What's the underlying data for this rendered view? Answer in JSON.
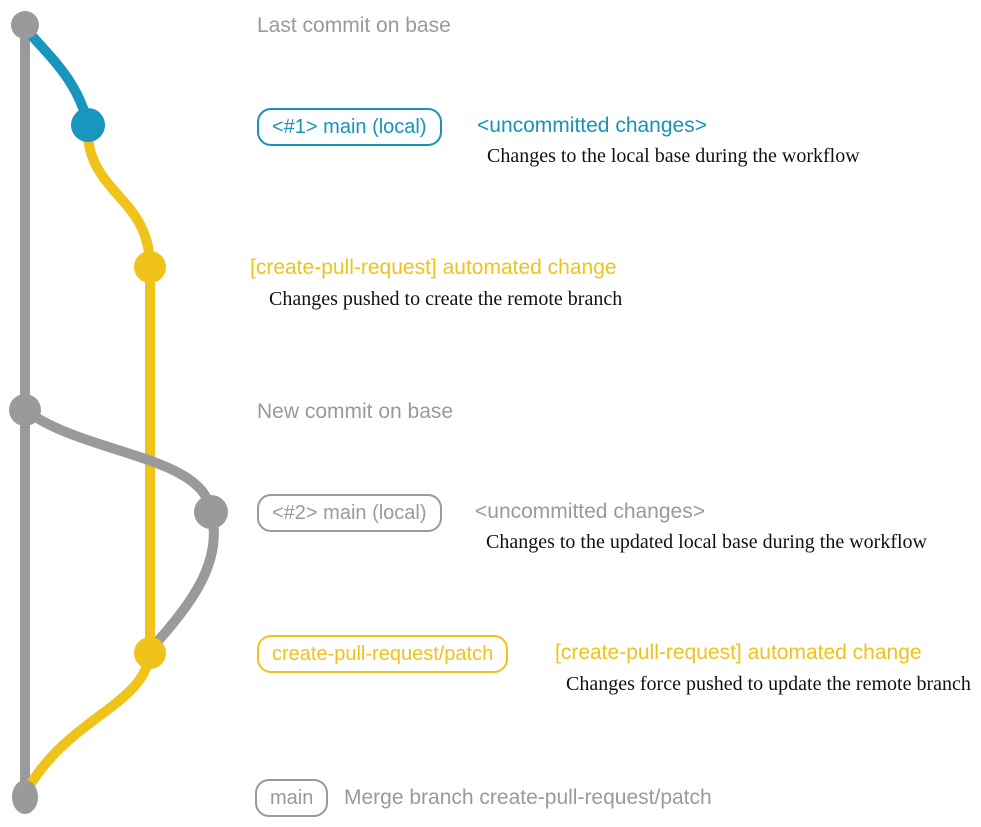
{
  "colors": {
    "base_gray": "#9a9a9a",
    "local_teal": "#1793ba",
    "branch_yellow": "#efc319",
    "note_black": "#111111",
    "background": "#ffffff"
  },
  "graph": {
    "branches": [
      {
        "name": "base",
        "color": "#9a9a9a"
      },
      {
        "name": "main (local)",
        "color": "#1896be"
      },
      {
        "name": "create-pull-request/patch",
        "color": "#efc319"
      }
    ]
  },
  "rows": {
    "row1": {
      "label": "Last commit on base"
    },
    "row2": {
      "badge": "<#1> main (local)",
      "heading": "<uncommitted changes>",
      "note": "Changes to the local base during the workflow"
    },
    "row3": {
      "heading": "[create-pull-request] automated change",
      "note": "Changes pushed to create the remote branch"
    },
    "row4": {
      "label": "New commit on base"
    },
    "row5": {
      "badge": "<#2> main (local)",
      "heading": "<uncommitted changes>",
      "note": "Changes to the updated local base during the workflow"
    },
    "row6": {
      "badge": "create-pull-request/patch",
      "heading": "[create-pull-request] automated change",
      "note": "Changes force pushed to update the remote branch"
    },
    "row7": {
      "badge": "main",
      "label": "Merge branch create-pull-request/patch"
    }
  }
}
